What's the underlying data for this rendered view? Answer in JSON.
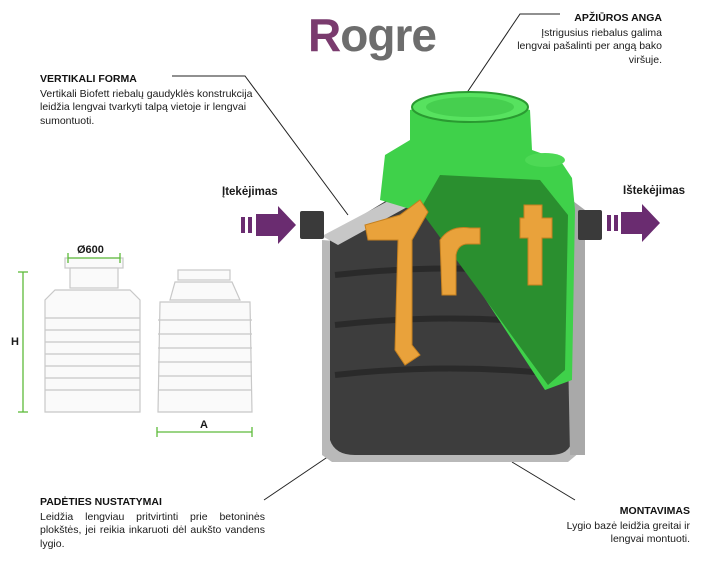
{
  "logo": {
    "first": "R",
    "second": "o",
    "rest": "gre"
  },
  "callouts": {
    "top_right": {
      "title": "APŽIŪROS ANGA",
      "text": "Įstrigusius riebalus galima lengvai pašalinti per angą bako viršuje."
    },
    "top_left": {
      "title": "VERTIKALI FORMA",
      "text": "Vertikali  Biofett riebalų gaudyklės konstrukcija leidžia lengvai tvarkyti talpą vietoje ir lengvai sumontuoti."
    },
    "bottom_left": {
      "title": "PADĖTIES NUSTATYMAI",
      "text": "Leidžia lengviau pritvirtinti prie betoninės plokštės, jei reikia inkaruoti dėl aukšto vandens lygio."
    },
    "bottom_right": {
      "title": "MONTAVIMAS",
      "text": "Lygio bazė leidžia greitai ir lengvai montuoti."
    }
  },
  "flow": {
    "inflow": "Įtekėjimas",
    "outflow": "Ištekėjimas"
  },
  "dimensions": {
    "diameter": "Ø600",
    "height": "H",
    "width": "A"
  },
  "colors": {
    "purple": "#6a2c70",
    "green": "#3fd14a",
    "tank": "#3a3a3a",
    "orange": "#e9a23b",
    "grey": "#b8b8b8"
  }
}
